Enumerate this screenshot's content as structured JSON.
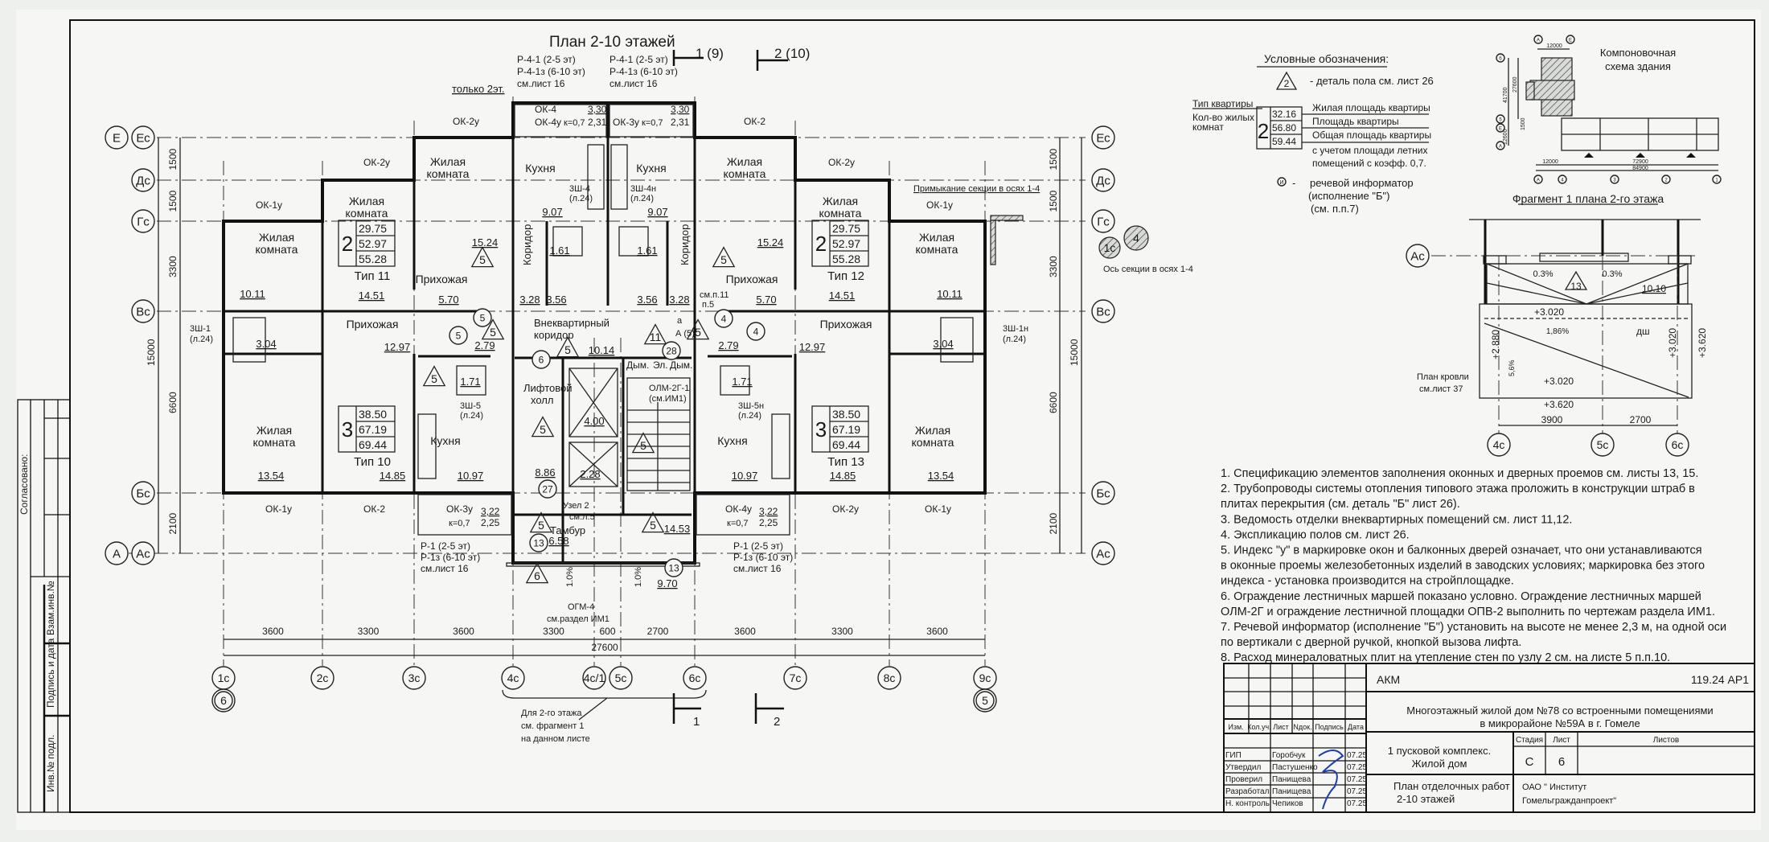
{
  "plan": {
    "title": "План 2-10 этажей",
    "section_marks": [
      "1 (9)",
      "2 (10)",
      "1",
      "2"
    ],
    "balcony_notes_left": [
      "Р-4-1 (2-5 эт)",
      "Р-4-1з (6-10 эт)",
      "см.лист 16"
    ],
    "balcony_notes_right": [
      "Р-4-1 (2-5 эт)",
      "Р-4-1з (6-10 эт)",
      "см.лист 16"
    ],
    "only_2nd_floor": "только 2эт.",
    "loggia_left": {
      "mark1": "ОК-4",
      "mark2": "ОК-4у",
      "k": "к=0,7",
      "num": "3,30",
      "den": "2,31"
    },
    "loggia_right": {
      "mark2": "ОК-3у",
      "k": "к=0,7",
      "num": "3,30",
      "den": "2,31"
    },
    "window_marks": [
      "ОК-2у",
      "ОК-2",
      "ОК-2у",
      "ОК-1у",
      "ОК-2у",
      "ОК-1у",
      "ОК-1у",
      "ОК-2",
      "ОК-3у",
      "ОК-4у",
      "ОК-2у",
      "ОК-1у"
    ],
    "bottom_loggia_left": {
      "k": "к=0,7",
      "num": "3,22",
      "den": "2,25"
    },
    "bottom_loggia_right": {
      "k": "к=0,7",
      "num": "3,22",
      "den": "2,25"
    },
    "balcony_bottom_left": [
      "Р-1 (2-5 эт)",
      "Р-1з (6-10 эт)",
      "см.лист 16"
    ],
    "balcony_bottom_right": [
      "Р-1 (2-5 эт)",
      "Р-1з (6-10 эт)",
      "см.лист 16"
    ],
    "room_names": [
      "Жилая",
      "комната",
      "Кухня",
      "Прихожая",
      "Коридор",
      "Внеквартирный",
      "коридор",
      "Лифтовой",
      "холл",
      "Тамбур",
      "Дым.",
      "Эл."
    ],
    "areas": [
      "15.24",
      "15.24",
      "10.11",
      "14.51",
      "5.70",
      "3.28",
      "3.56",
      "3.56",
      "3.28",
      "5.70",
      "14.51",
      "10.11",
      "12.97",
      "12.97",
      "3.04",
      "3.04",
      "9.07",
      "9.07",
      "1.61",
      "1.61",
      "10.14",
      "2.79",
      "2.79",
      "1.71",
      "1.71",
      "4.00",
      "2.28",
      "8.86",
      "13.54",
      "14.85",
      "10.97",
      "10.97",
      "14.85",
      "13.54",
      "6.58",
      "14.53",
      "9.70"
    ],
    "apartments": [
      {
        "rooms": "2",
        "living": "29.75",
        "area": "52.97",
        "total": "55.28",
        "type": "Тип 11"
      },
      {
        "rooms": "2",
        "living": "29.75",
        "area": "52.97",
        "total": "55.28",
        "type": "Тип 12"
      },
      {
        "rooms": "3",
        "living": "38.50",
        "area": "67.19",
        "total": "69.44",
        "type": "Тип 10"
      },
      {
        "rooms": "3",
        "living": "38.50",
        "area": "67.19",
        "total": "69.44",
        "type": "Тип 13"
      }
    ],
    "equipment": [
      "3Ш-1",
      "(л.24)",
      "3Ш-1н",
      "(л.24)",
      "3Ш-4",
      "(л.24)",
      "3Ш-4н",
      "(л.24)",
      "3Ш-5",
      "(л.24)",
      "3Ш-5н",
      "(л.24)",
      "ОЛМ-2Г-1",
      "(см.ИМ1)",
      "ОГМ-4",
      "см.раздел ИМ1",
      "Узел 2",
      "см.л.5",
      "см.п.11",
      "п.5",
      "А (5)",
      "а"
    ],
    "floor_details": [
      "5",
      "5",
      "5",
      "5",
      "5",
      "5",
      "5",
      "11",
      "5",
      "6",
      "5",
      "5"
    ],
    "door_marks": [
      "5",
      "5",
      "6",
      "4",
      "4",
      "28",
      "27",
      "13",
      "13"
    ],
    "slopes": [
      "1.0%",
      "1.0%"
    ],
    "adjacency_note": "Примыкание секции в осях 1-4",
    "section_axis_note": "Ось секции в осях 1-4",
    "hatched_bubbles": [
      "1с",
      "4"
    ],
    "row_axes_left": [
      "Е",
      "Ес",
      "Дс",
      "Гс",
      "Вс",
      "Бс",
      "Ас",
      "А"
    ],
    "row_axes_right": [
      "Ес",
      "Дс",
      "Гс",
      "Вс",
      "Бс",
      "Ас"
    ],
    "row_dims": [
      "1500",
      "1500",
      "3300",
      "6600",
      "2100"
    ],
    "row_total": "15000",
    "col_axes": [
      "1с",
      "2с",
      "3с",
      "4с",
      "4с/1",
      "5с",
      "6с",
      "7с",
      "8с",
      "9с"
    ],
    "col_dims": [
      "3600",
      "3300",
      "3600",
      "3300",
      "600",
      "2700",
      "3600",
      "3300",
      "3600"
    ],
    "col_total": "27600",
    "section_bubbles": [
      "6",
      "5"
    ],
    "fragment_note": [
      "Для 2-го этажа",
      "см. фрагмент 1",
      "на данном листе"
    ]
  },
  "legend": {
    "title": "Условные обозначения:",
    "floor_detail_num": "2",
    "floor_detail_text": "- деталь пола см.  лист 26",
    "apt_type_label": "Тип квартиры",
    "rooms_label": [
      "Кол-во жилых",
      "комнат"
    ],
    "sample_rooms": "2",
    "sample_values": [
      "32.16",
      "56.80",
      "59.44"
    ],
    "value_labels": [
      "Жилая площадь квартиры",
      "Площадь квартиры",
      "Общая площадь квартиры",
      "с учетом площади летних",
      "помещений с коэфф. 0,7."
    ],
    "informer_symbol": "И",
    "informer_text": [
      "-",
      "речевой информатор",
      "(исполнение \"Б\")",
      "(см. п.п.7)"
    ]
  },
  "keyplan": {
    "title": [
      "Компоновочная",
      "схема здания"
    ],
    "dims": [
      "12000",
      "41700",
      "27600",
      "12600",
      "1500",
      "12000",
      "72900",
      "84900"
    ],
    "axes": [
      "А",
      "Е",
      "б",
      "5",
      "Е",
      "А",
      "А",
      "4",
      "3",
      "2",
      "1"
    ]
  },
  "fragment": {
    "title": "Фрагмент 1 плана 2-го этажа",
    "axis_row": "Ас",
    "axis_cols": [
      "4с",
      "5с",
      "6с"
    ],
    "slopes": [
      "0.3%",
      "0.3%",
      "1,86%",
      "5,6%"
    ],
    "detail": "13",
    "area": "10.10",
    "levels": [
      "+3.020",
      "+2.880",
      "+3.020",
      "+3.620",
      "+3.020",
      "+3.620"
    ],
    "drain": "дш",
    "roof_note": [
      "План кровли",
      "см.лист 37"
    ],
    "dims": [
      "3900",
      "2700"
    ]
  },
  "notes": [
    "1. Спецификацию элементов заполнения оконных и дверных проемов см. листы 13, 15.",
    "2. Трубопроводы системы отопления  типового этажа проложить в конструкции  штраб в",
    "плитах    перекрытия (см. деталь \"Б\"  лист 26).",
    "3. Ведомость отделки внеквартирных помещений см. лист 11,12.",
    "4. Экспликацию полов см. лист 26.",
    "5. Индекс \"у\" в маркировке окон и балконных дверей означает, что они устанавливаются",
    " в оконные проемы железобетонных изделий в заводских условиях; маркировка без этого",
    "индекса - установка производится на стройплощадке.",
    "6. Ограждение лестничных маршей показано условно. Ограждение лестничных маршей",
    "ОЛМ-2Г и ограждение лестничной площадки ОПВ-2  выполнить по чертежам  раздела ИМ1.",
    "7. Речевой информатор (исполнение \"Б\") установить на высоте не менее 2,3 м,  на одной оси",
    "по вертикали с дверной ручкой, кнопкой вызова лифта.",
    "8.  Расход минераловатных плит на утепление стен по узлу 2 см. на листе 5 п.п.10."
  ],
  "title_block": {
    "code_left": "АКМ",
    "code_right": "119.24  АР1",
    "project": [
      "Многоэтажный жилой дом №78 со встроенными помещениями",
      "в микрорайоне №59А в г. Гомеле"
    ],
    "col_headers": [
      "Изм.",
      "Кол.уч.",
      "Лист",
      "Nдок.",
      "Подпись",
      "Дата"
    ],
    "staff": [
      {
        "role": "ГИП",
        "name": "Горобчук",
        "date": "07.25"
      },
      {
        "role": "Утвердил",
        "name": "Пастушенко",
        "date": "07.25"
      },
      {
        "role": "Проверил",
        "name": "Панищева",
        "date": "07.25"
      },
      {
        "role": "Разработал",
        "name": "Панищева",
        "date": "07.25"
      },
      {
        "role": "Н. контроль",
        "name": "Чепиков",
        "date": "07.25"
      }
    ],
    "complex": [
      "1 пусковой комплекс.",
      "Жилой дом"
    ],
    "sheet_title": [
      "План отделочных работ",
      "2-10 этажей"
    ],
    "stage_headers": [
      "Стадия",
      "Лист",
      "Листов"
    ],
    "stage": "С",
    "sheet": "6",
    "org": [
      "ОАО \" Институт",
      "Гомельгражданпроект\""
    ]
  },
  "side_stamp": [
    "Согласовано:",
    "Взам.инв.№",
    "Подпись и дата",
    "Инв.№ подл."
  ]
}
